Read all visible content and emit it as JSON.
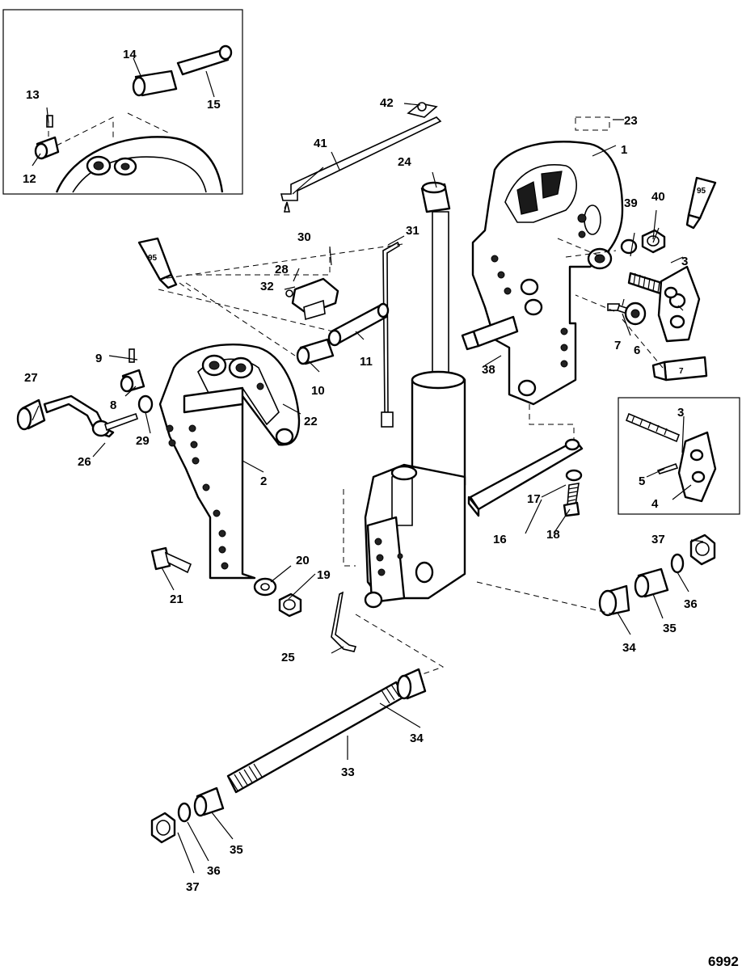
{
  "figure_number": "6992",
  "tube_labels": {
    "upper_right": "95",
    "left": "95",
    "lower_right": "7"
  },
  "callouts": {
    "c1": "1",
    "c2": "2",
    "c3a": "3",
    "c3b": "3",
    "c4": "4",
    "c5": "5",
    "c6": "6",
    "c7a": "7",
    "c8": "8",
    "c9": "9",
    "c10": "10",
    "c11": "11",
    "c12": "12",
    "c13": "13",
    "c14": "14",
    "c15": "15",
    "c16": "16",
    "c17": "17",
    "c18": "18",
    "c19": "19",
    "c20": "20",
    "c21": "21",
    "c22": "22",
    "c23": "23",
    "c24": "24",
    "c25": "25",
    "c26": "26",
    "c27": "27",
    "c28": "28",
    "c29": "29",
    "c30": "30",
    "c31": "31",
    "c32": "32",
    "c33": "33",
    "c34a": "34",
    "c34b": "34",
    "c35a": "35",
    "c35b": "35",
    "c36a": "36",
    "c36b": "36",
    "c37a": "37",
    "c37b": "37",
    "c38": "38",
    "c39": "39",
    "c40": "40",
    "c41": "41",
    "c42": "42"
  }
}
